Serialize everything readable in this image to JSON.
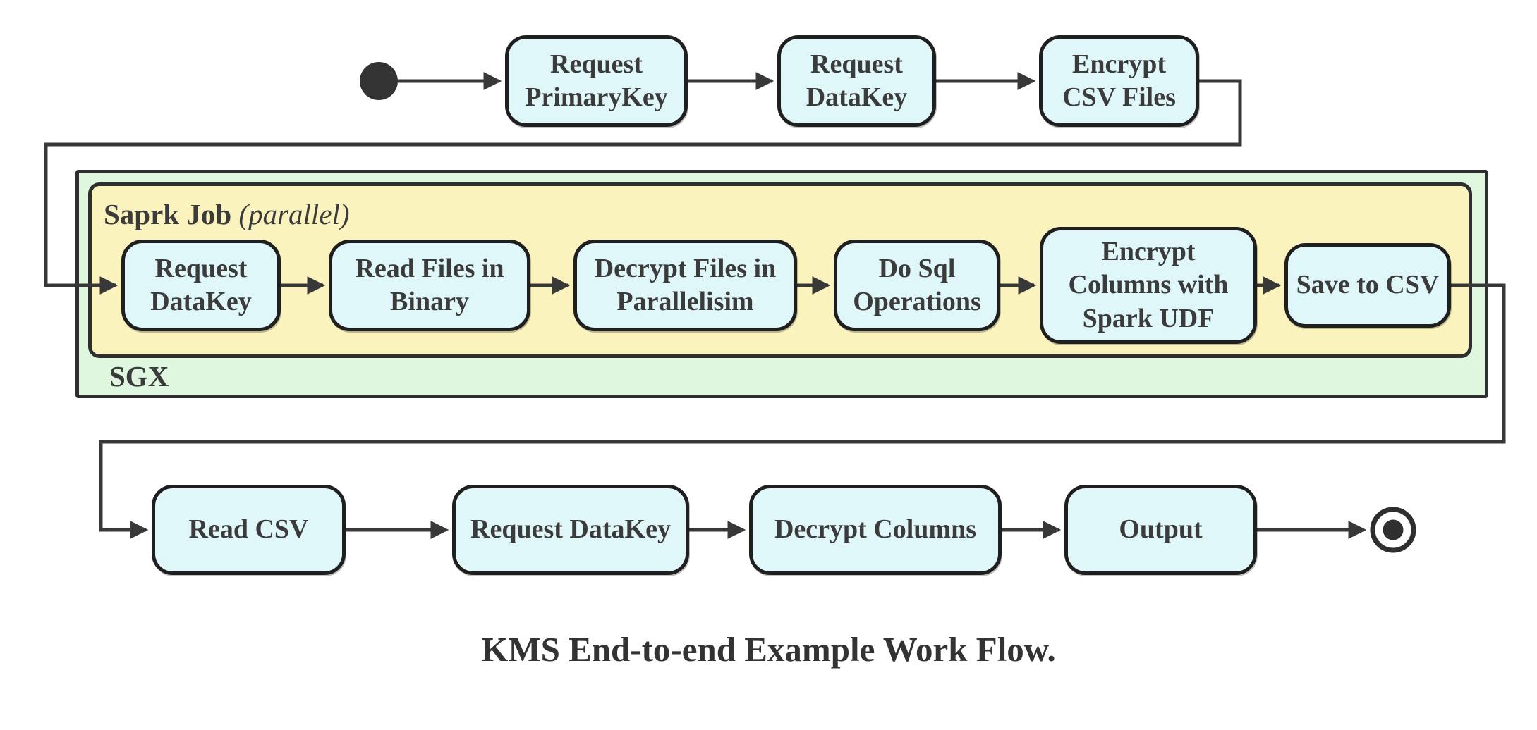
{
  "diagram": {
    "caption": "KMS End-to-end Example Work Flow.",
    "containers": {
      "sgx_label": "SGX",
      "spark_label_bold": "Saprk Job",
      "spark_label_italic": "(parallel)"
    },
    "colors": {
      "node_fill": "#e0f7fa",
      "node_border": "#1f1f1f",
      "sgx_fill": "#dff7df",
      "spark_fill": "#fbf3bd",
      "line": "#383838",
      "text": "#3b3b3b"
    }
  },
  "nodes": {
    "start": {
      "name": "start"
    },
    "end": {
      "name": "end"
    },
    "top": [
      {
        "lines": [
          "Request",
          "PrimaryKey"
        ]
      },
      {
        "lines": [
          "Request",
          "DataKey"
        ]
      },
      {
        "lines": [
          "Encrypt",
          "CSV Files"
        ]
      }
    ],
    "spark": [
      {
        "lines": [
          "Request",
          "DataKey"
        ]
      },
      {
        "lines": [
          "Read Files in",
          "Binary"
        ]
      },
      {
        "lines": [
          "Decrypt Files in",
          "Parallelisim"
        ]
      },
      {
        "lines": [
          "Do Sql",
          "Operations"
        ]
      },
      {
        "lines": [
          "Encrypt",
          "Columns with",
          "Spark UDF"
        ]
      },
      {
        "lines": [
          "Save to CSV"
        ]
      }
    ],
    "bottom": [
      {
        "lines": [
          "Read CSV"
        ]
      },
      {
        "lines": [
          "Request DataKey"
        ]
      },
      {
        "lines": [
          "Decrypt Columns"
        ]
      },
      {
        "lines": [
          "Output"
        ]
      }
    ]
  }
}
